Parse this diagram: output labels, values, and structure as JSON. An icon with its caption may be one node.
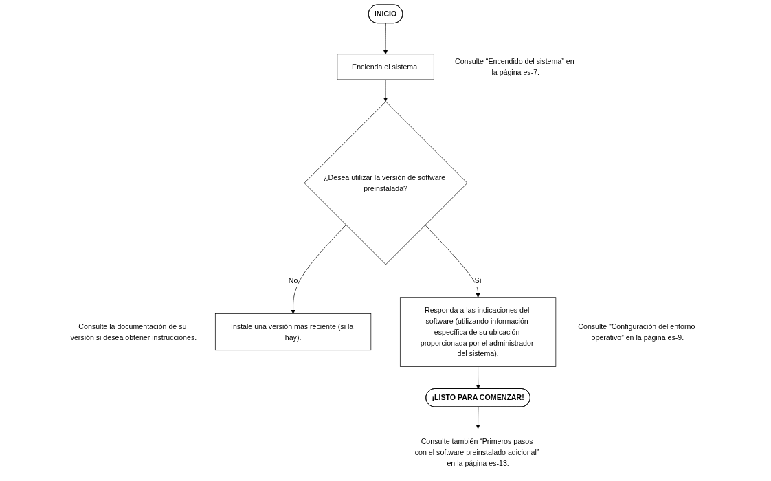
{
  "diagram": {
    "nodes": [
      {
        "text": [
          "INICIO"
        ]
      },
      {
        "text": [
          "Encienda el sistema."
        ],
        "beside": [
          "Consulte “Encendido del sistema” en la página es-7."
        ]
      },
      {
        "text": [
          "¿Desea utilizar la versión de software preinstalada?"
        ]
      },
      {
        "text": [
          "Instale una versión más reciente (si la hay)."
        ],
        "beside": [
          "Consulte la documentación de su versión si desea obtener instrucciones."
        ]
      },
      {
        "text": [
          "Responda a las indicaciones del software (utilizando información específica de su ubicación proporcionada por el administrador del sistema)."
        ],
        "beside": [
          "Consulte “Configuración del entorno operativo” en la página es-9."
        ]
      },
      {
        "text": [
          "¡LISTO PARA COMENZAR!"
        ]
      },
      {
        "text": [
          "Consulte también “Primeros pasos con el software preinstalado adicional” en la página es-13."
        ]
      }
    ],
    "edges": [
      {
        "from": 0,
        "to": 1,
        "arrow": "to"
      },
      {
        "from": 1,
        "to": 2,
        "arrow": "to"
      },
      {
        "from": 2,
        "to": 3,
        "arrow": "to",
        "label": "No"
      },
      {
        "from": 2,
        "to": 4,
        "arrow": "to",
        "label": "Sí"
      },
      {
        "from": 4,
        "to": 5,
        "arrow": "to"
      },
      {
        "from": 5,
        "to": 6,
        "arrow": "to"
      }
    ]
  }
}
